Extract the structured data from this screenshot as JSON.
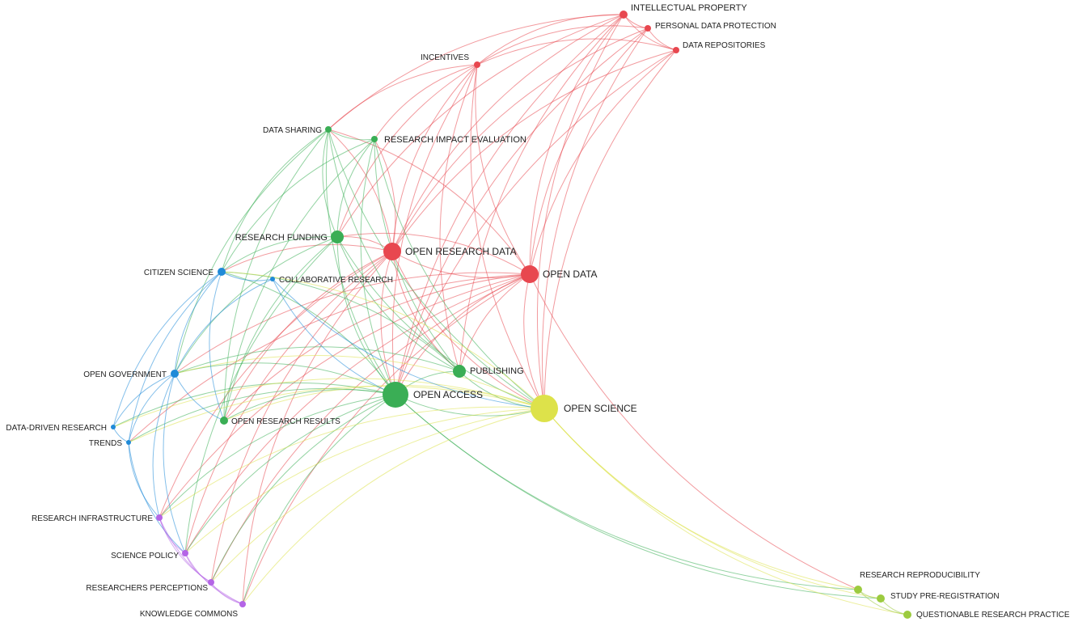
{
  "colors": {
    "red": "#e8474f",
    "green": "#3aae55",
    "blue": "#1f8ad8",
    "yellow": "#dde24a",
    "purple": "#b465e6",
    "lime": "#9ccb3f"
  },
  "nodes": [
    {
      "id": "intellectual-property",
      "label": "INTELLECTUAL PROPERTY",
      "cluster": "red"
    },
    {
      "id": "personal-data-protection",
      "label": "PERSONAL DATA PROTECTION",
      "cluster": "red"
    },
    {
      "id": "data-repositories",
      "label": "DATA REPOSITORIES",
      "cluster": "red"
    },
    {
      "id": "incentives",
      "label": "INCENTIVES",
      "cluster": "red"
    },
    {
      "id": "open-research-data",
      "label": "OPEN RESEARCH DATA",
      "cluster": "red"
    },
    {
      "id": "open-data",
      "label": "OPEN DATA",
      "cluster": "red"
    },
    {
      "id": "data-sharing",
      "label": "DATA SHARING",
      "cluster": "green"
    },
    {
      "id": "research-impact-evaluation",
      "label": "RESEARCH IMPACT EVALUATION",
      "cluster": "green"
    },
    {
      "id": "research-funding",
      "label": "RESEARCH FUNDING",
      "cluster": "green"
    },
    {
      "id": "publishing",
      "label": "PUBLISHING",
      "cluster": "green"
    },
    {
      "id": "open-access",
      "label": "OPEN ACCESS",
      "cluster": "green"
    },
    {
      "id": "open-research-results",
      "label": "OPEN RESEARCH RESULTS",
      "cluster": "green"
    },
    {
      "id": "citizen-science",
      "label": "CITIZEN SCIENCE",
      "cluster": "blue"
    },
    {
      "id": "collaborative-research",
      "label": "COLLABORATIVE RESEARCH",
      "cluster": "blue"
    },
    {
      "id": "open-government",
      "label": "OPEN GOVERNMENT",
      "cluster": "blue"
    },
    {
      "id": "data-driven-research",
      "label": "DATA-DRIVEN RESEARCH",
      "cluster": "blue"
    },
    {
      "id": "trends",
      "label": "TRENDS",
      "cluster": "blue"
    },
    {
      "id": "open-science",
      "label": "OPEN SCIENCE",
      "cluster": "yellow"
    },
    {
      "id": "research-infrastructure",
      "label": "RESEARCH INFRASTRUCTURE",
      "cluster": "purple"
    },
    {
      "id": "science-policy",
      "label": "SCIENCE POLICY",
      "cluster": "purple"
    },
    {
      "id": "researchers-perceptions",
      "label": "RESEARCHERS PERCEPTIONS",
      "cluster": "purple"
    },
    {
      "id": "knowledge-commons",
      "label": "KNOWLEDGE COMMONS",
      "cluster": "purple"
    },
    {
      "id": "research-reproducibility",
      "label": "RESEARCH REPRODUCIBILITY",
      "cluster": "lime"
    },
    {
      "id": "study-pre-registration",
      "label": "STUDY PRE-REGISTRATION",
      "cluster": "lime"
    },
    {
      "id": "questionable-research-practice",
      "label": "QUESTIONABLE RESEARCH PRACTICE",
      "cluster": "lime"
    }
  ],
  "edges": [
    [
      "intellectual-property",
      "personal-data-protection"
    ],
    [
      "intellectual-property",
      "data-repositories"
    ],
    [
      "intellectual-property",
      "incentives"
    ],
    [
      "intellectual-property",
      "open-research-data"
    ],
    [
      "intellectual-property",
      "open-data"
    ],
    [
      "intellectual-property",
      "open-access"
    ],
    [
      "intellectual-property",
      "open-science"
    ],
    [
      "intellectual-property",
      "research-funding"
    ],
    [
      "intellectual-property",
      "data-sharing"
    ],
    [
      "intellectual-property",
      "publishing"
    ],
    [
      "personal-data-protection",
      "data-repositories"
    ],
    [
      "personal-data-protection",
      "open-research-data"
    ],
    [
      "personal-data-protection",
      "open-data"
    ],
    [
      "personal-data-protection",
      "open-science"
    ],
    [
      "personal-data-protection",
      "open-access"
    ],
    [
      "personal-data-protection",
      "incentives"
    ],
    [
      "data-repositories",
      "open-research-data"
    ],
    [
      "data-repositories",
      "open-data"
    ],
    [
      "data-repositories",
      "open-access"
    ],
    [
      "data-repositories",
      "incentives"
    ],
    [
      "data-repositories",
      "open-science"
    ],
    [
      "incentives",
      "open-research-data"
    ],
    [
      "incentives",
      "open-data"
    ],
    [
      "incentives",
      "open-access"
    ],
    [
      "incentives",
      "open-science"
    ],
    [
      "incentives",
      "research-funding"
    ],
    [
      "incentives",
      "data-sharing"
    ],
    [
      "incentives",
      "research-impact-evaluation"
    ],
    [
      "incentives",
      "publishing"
    ],
    [
      "open-research-data",
      "open-data"
    ],
    [
      "open-research-data",
      "open-access"
    ],
    [
      "open-research-data",
      "open-science"
    ],
    [
      "open-research-data",
      "research-funding"
    ],
    [
      "open-research-data",
      "data-sharing"
    ],
    [
      "open-research-data",
      "research-impact-evaluation"
    ],
    [
      "open-research-data",
      "publishing"
    ],
    [
      "open-research-data",
      "open-research-results"
    ],
    [
      "open-research-data",
      "research-infrastructure"
    ],
    [
      "open-research-data",
      "science-policy"
    ],
    [
      "open-research-data",
      "researchers-perceptions"
    ],
    [
      "open-research-data",
      "knowledge-commons"
    ],
    [
      "open-research-data",
      "citizen-science"
    ],
    [
      "open-data",
      "open-access"
    ],
    [
      "open-data",
      "open-science"
    ],
    [
      "open-data",
      "research-funding"
    ],
    [
      "open-data",
      "data-sharing"
    ],
    [
      "open-data",
      "publishing"
    ],
    [
      "open-data",
      "open-government"
    ],
    [
      "open-data",
      "open-research-results"
    ],
    [
      "open-data",
      "research-infrastructure"
    ],
    [
      "open-data",
      "science-policy"
    ],
    [
      "open-data",
      "knowledge-commons"
    ],
    [
      "open-data",
      "researchers-perceptions"
    ],
    [
      "open-data",
      "research-reproducibility"
    ],
    [
      "open-data",
      "trends"
    ],
    [
      "data-sharing",
      "research-impact-evaluation"
    ],
    [
      "data-sharing",
      "research-funding"
    ],
    [
      "data-sharing",
      "open-access"
    ],
    [
      "data-sharing",
      "open-science"
    ],
    [
      "data-sharing",
      "publishing"
    ],
    [
      "data-sharing",
      "citizen-science"
    ],
    [
      "data-sharing",
      "open-government"
    ],
    [
      "data-sharing",
      "open-research-results"
    ],
    [
      "research-impact-evaluation",
      "research-funding"
    ],
    [
      "research-impact-evaluation",
      "open-access"
    ],
    [
      "research-impact-evaluation",
      "open-science"
    ],
    [
      "research-impact-evaluation",
      "publishing"
    ],
    [
      "research-impact-evaluation",
      "citizen-science"
    ],
    [
      "research-impact-evaluation",
      "open-research-results"
    ],
    [
      "research-funding",
      "open-access"
    ],
    [
      "research-funding",
      "open-science"
    ],
    [
      "research-funding",
      "publishing"
    ],
    [
      "research-funding",
      "citizen-science"
    ],
    [
      "research-funding",
      "open-government"
    ],
    [
      "research-funding",
      "science-policy"
    ],
    [
      "research-funding",
      "open-research-results"
    ],
    [
      "publishing",
      "open-access"
    ],
    [
      "publishing",
      "open-science"
    ],
    [
      "publishing",
      "open-government"
    ],
    [
      "publishing",
      "citizen-science"
    ],
    [
      "open-access",
      "open-science"
    ],
    [
      "open-access",
      "open-research-results"
    ],
    [
      "open-access",
      "citizen-science"
    ],
    [
      "open-access",
      "open-government"
    ],
    [
      "open-access",
      "trends"
    ],
    [
      "open-access",
      "data-driven-research"
    ],
    [
      "open-access",
      "research-infrastructure"
    ],
    [
      "open-access",
      "science-policy"
    ],
    [
      "open-access",
      "researchers-perceptions"
    ],
    [
      "open-access",
      "knowledge-commons"
    ],
    [
      "open-access",
      "research-reproducibility"
    ],
    [
      "open-access",
      "study-pre-registration"
    ],
    [
      "open-science",
      "open-government"
    ],
    [
      "open-science",
      "citizen-science"
    ],
    [
      "open-science",
      "trends"
    ],
    [
      "open-science",
      "open-research-results"
    ],
    [
      "open-science",
      "research-infrastructure"
    ],
    [
      "open-science",
      "science-policy"
    ],
    [
      "open-science",
      "researchers-perceptions"
    ],
    [
      "open-science",
      "knowledge-commons"
    ],
    [
      "open-science",
      "research-reproducibility"
    ],
    [
      "open-science",
      "study-pre-registration"
    ],
    [
      "open-science",
      "questionable-research-practice"
    ],
    [
      "open-science",
      "data-driven-research"
    ],
    [
      "citizen-science",
      "collaborative-research"
    ],
    [
      "citizen-science",
      "open-government"
    ],
    [
      "citizen-science",
      "data-driven-research"
    ],
    [
      "citizen-science",
      "trends"
    ],
    [
      "citizen-science",
      "open-research-results"
    ],
    [
      "collaborative-research",
      "open-government"
    ],
    [
      "collaborative-research",
      "open-access"
    ],
    [
      "collaborative-research",
      "open-science"
    ],
    [
      "open-government",
      "data-driven-research"
    ],
    [
      "open-government",
      "trends"
    ],
    [
      "open-government",
      "open-research-results"
    ],
    [
      "open-government",
      "research-infrastructure"
    ],
    [
      "open-government",
      "science-policy"
    ],
    [
      "data-driven-research",
      "trends"
    ],
    [
      "trends",
      "research-infrastructure"
    ],
    [
      "trends",
      "science-policy"
    ],
    [
      "research-infrastructure",
      "science-policy"
    ],
    [
      "research-infrastructure",
      "researchers-perceptions"
    ],
    [
      "research-infrastructure",
      "knowledge-commons"
    ],
    [
      "science-policy",
      "researchers-perceptions"
    ],
    [
      "science-policy",
      "knowledge-commons"
    ],
    [
      "researchers-perceptions",
      "knowledge-commons"
    ],
    [
      "research-reproducibility",
      "study-pre-registration"
    ],
    [
      "research-reproducibility",
      "questionable-research-practice"
    ],
    [
      "study-pre-registration",
      "questionable-research-practice"
    ]
  ]
}
